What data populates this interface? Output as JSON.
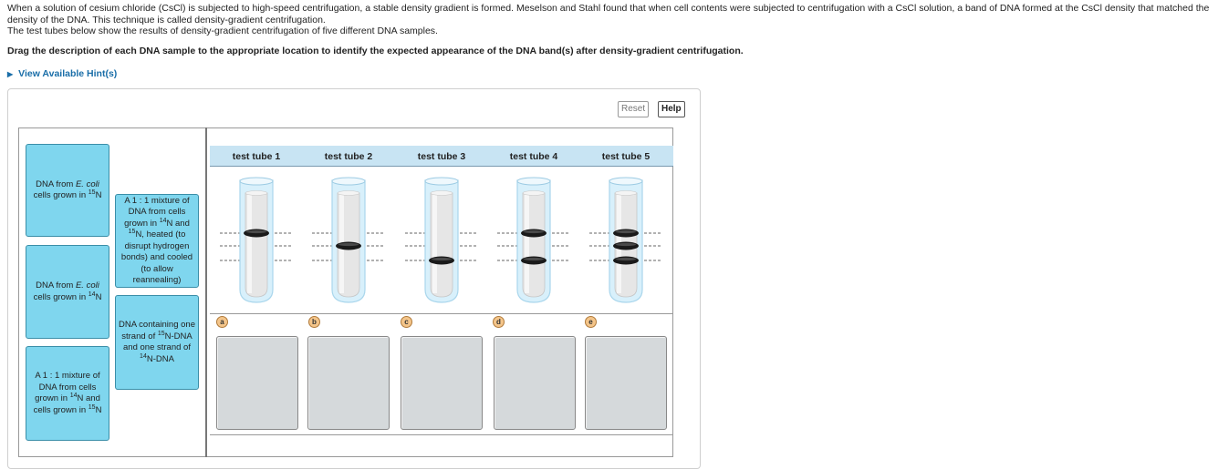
{
  "intro": {
    "line1": "When a solution of cesium chloride (CsCl) is subjected to high-speed centrifugation, a stable density gradient is formed. Meselson and Stahl found that when cell contents were subjected to centrifugation with a CsCl solution, a band of DNA formed at the CsCl density that matched the density of the DNA. This technique is called density-gradient centrifugation.",
    "line2": "The test tubes below show the results of density-gradient centrifugation of five different DNA samples."
  },
  "instruction": "Drag the description of each DNA sample to the appropriate location to identify the expected appearance of the DNA band(s) after density-gradient centrifugation.",
  "hint_link": "View Available Hint(s)",
  "toolbar": {
    "reset": "Reset",
    "help": "Help"
  },
  "labels": [
    {
      "pre": "DNA from ",
      "em": "E. coli",
      "mid": " cells grown in ",
      "sup": "15",
      "post": "N"
    },
    {
      "pre": "DNA from ",
      "em": "E. coli",
      "mid": " cells grown in ",
      "sup": "14",
      "post": "N"
    },
    {
      "a": "A 1 : 1 mixture of DNA from cells grown in ",
      "sup1": "14",
      "b": "N and cells grown in ",
      "sup2": "15",
      "c": "N"
    },
    {
      "a": "A 1 : 1 mixture of DNA from cells grown in ",
      "sup1": "14",
      "b": "N and ",
      "sup2": "15",
      "c": "N, heated (to disrupt hydrogen bonds) and cooled (to allow reannealing)"
    },
    {
      "a": "DNA containing one strand of ",
      "sup1": "15",
      "b": "N-DNA and one strand of ",
      "sup2": "14",
      "c": "N-DNA"
    }
  ],
  "tubes": [
    {
      "title": "test tube 1",
      "letter": "a",
      "bands": [
        1
      ]
    },
    {
      "title": "test tube 2",
      "letter": "b",
      "bands": [
        2
      ]
    },
    {
      "title": "test tube 3",
      "letter": "c",
      "bands": [
        3
      ]
    },
    {
      "title": "test tube 4",
      "letter": "d",
      "bands": [
        1,
        3
      ]
    },
    {
      "title": "test tube 5",
      "letter": "e",
      "bands": [
        1,
        2,
        3
      ]
    }
  ],
  "colors": {
    "card": "#7fd6ee",
    "card_border": "#3a8ea8",
    "header": "#c8e4f3",
    "band": "#1a1a1a",
    "link": "#1a6ea8",
    "drop_zone": "#d5d9db"
  }
}
